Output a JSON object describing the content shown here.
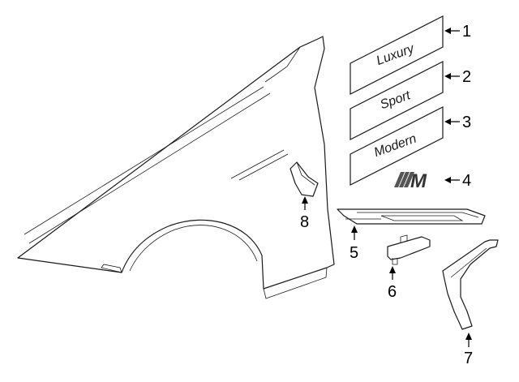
{
  "badges": [
    {
      "number": "1",
      "text": "Luxury"
    },
    {
      "number": "2",
      "text": "Sport"
    },
    {
      "number": "3",
      "text": "Modern"
    }
  ],
  "callouts": {
    "emblem": "4",
    "side_trim": "5",
    "bracket": "6",
    "wheel_arch_trim": "7",
    "fender_insert": "8"
  },
  "emblem_text": "M"
}
